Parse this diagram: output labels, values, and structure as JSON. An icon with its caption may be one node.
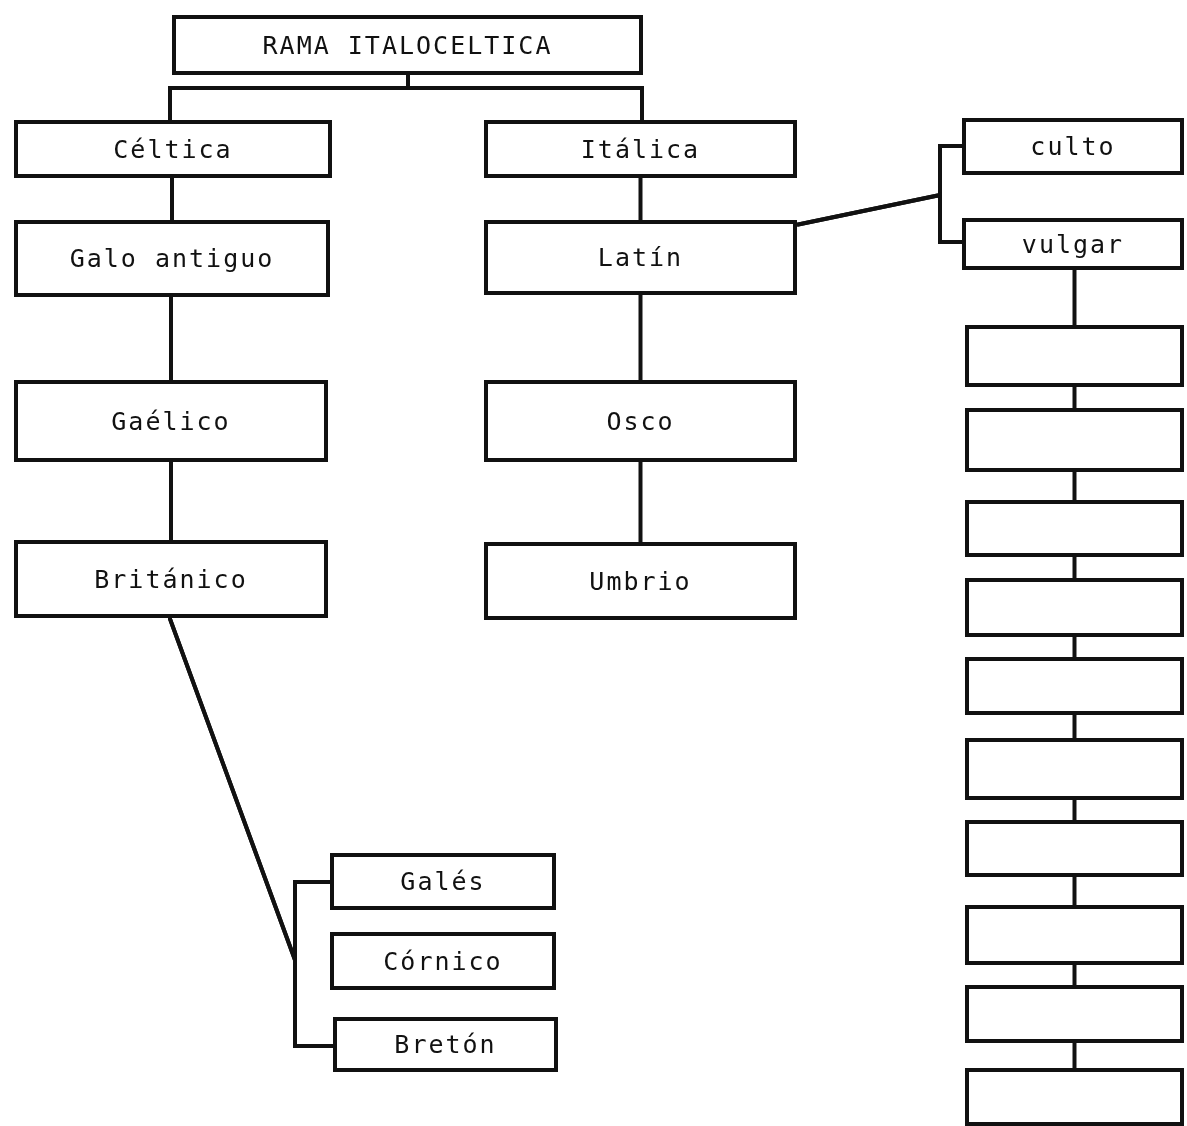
{
  "diagram": {
    "nodes": [
      {
        "text": [
          "RAMA ITALOCELTICA"
        ]
      },
      {
        "text": [
          "Céltica"
        ]
      },
      {
        "text": [
          "Itálica"
        ]
      },
      {
        "text": [
          "Galo antiguo"
        ]
      },
      {
        "text": [
          "Latín"
        ]
      },
      {
        "text": [
          "Gaélico"
        ]
      },
      {
        "text": [
          "Osco"
        ]
      },
      {
        "text": [
          "Británico"
        ]
      },
      {
        "text": [
          "Umbrio"
        ]
      },
      {
        "text": [
          "culto"
        ]
      },
      {
        "text": [
          "vulgar"
        ]
      },
      {
        "text": [],
        "shape": "box"
      },
      {
        "text": [],
        "shape": "box"
      },
      {
        "text": [],
        "shape": "box"
      },
      {
        "text": [],
        "shape": "box"
      },
      {
        "text": [],
        "shape": "box"
      },
      {
        "text": [],
        "shape": "box"
      },
      {
        "text": [],
        "shape": "box"
      },
      {
        "text": [],
        "shape": "box"
      },
      {
        "text": [],
        "shape": "box"
      },
      {
        "text": [],
        "shape": "box"
      },
      {
        "text": [
          "Galés"
        ]
      },
      {
        "text": [
          "Córnico"
        ]
      },
      {
        "text": [
          "Bretón"
        ]
      }
    ],
    "edges": [
      {
        "from": 0,
        "to": 1,
        "arrow": "none"
      },
      {
        "from": 0,
        "to": 2,
        "arrow": "none"
      },
      {
        "from": 1,
        "to": 3,
        "arrow": "none"
      },
      {
        "from": 3,
        "to": 5,
        "arrow": "none"
      },
      {
        "from": 5,
        "to": 7,
        "arrow": "none"
      },
      {
        "from": 2,
        "to": 4,
        "arrow": "none"
      },
      {
        "from": 4,
        "to": 6,
        "arrow": "none"
      },
      {
        "from": 6,
        "to": 8,
        "arrow": "none"
      },
      {
        "from": 4,
        "to": 9,
        "arrow": "none"
      },
      {
        "from": 4,
        "to": 10,
        "arrow": "none"
      },
      {
        "from": 10,
        "to": 11,
        "arrow": "none"
      },
      {
        "from": 11,
        "to": 12,
        "arrow": "none"
      },
      {
        "from": 12,
        "to": 13,
        "arrow": "none"
      },
      {
        "from": 13,
        "to": 14,
        "arrow": "none"
      },
      {
        "from": 14,
        "to": 15,
        "arrow": "none"
      },
      {
        "from": 15,
        "to": 16,
        "arrow": "none"
      },
      {
        "from": 16,
        "to": 17,
        "arrow": "none"
      },
      {
        "from": 17,
        "to": 18,
        "arrow": "none"
      },
      {
        "from": 18,
        "to": 19,
        "arrow": "none"
      },
      {
        "from": 19,
        "to": 20,
        "arrow": "none"
      },
      {
        "from": 7,
        "to": 21,
        "arrow": "none"
      },
      {
        "from": 7,
        "to": 23,
        "arrow": "none"
      }
    ]
  }
}
